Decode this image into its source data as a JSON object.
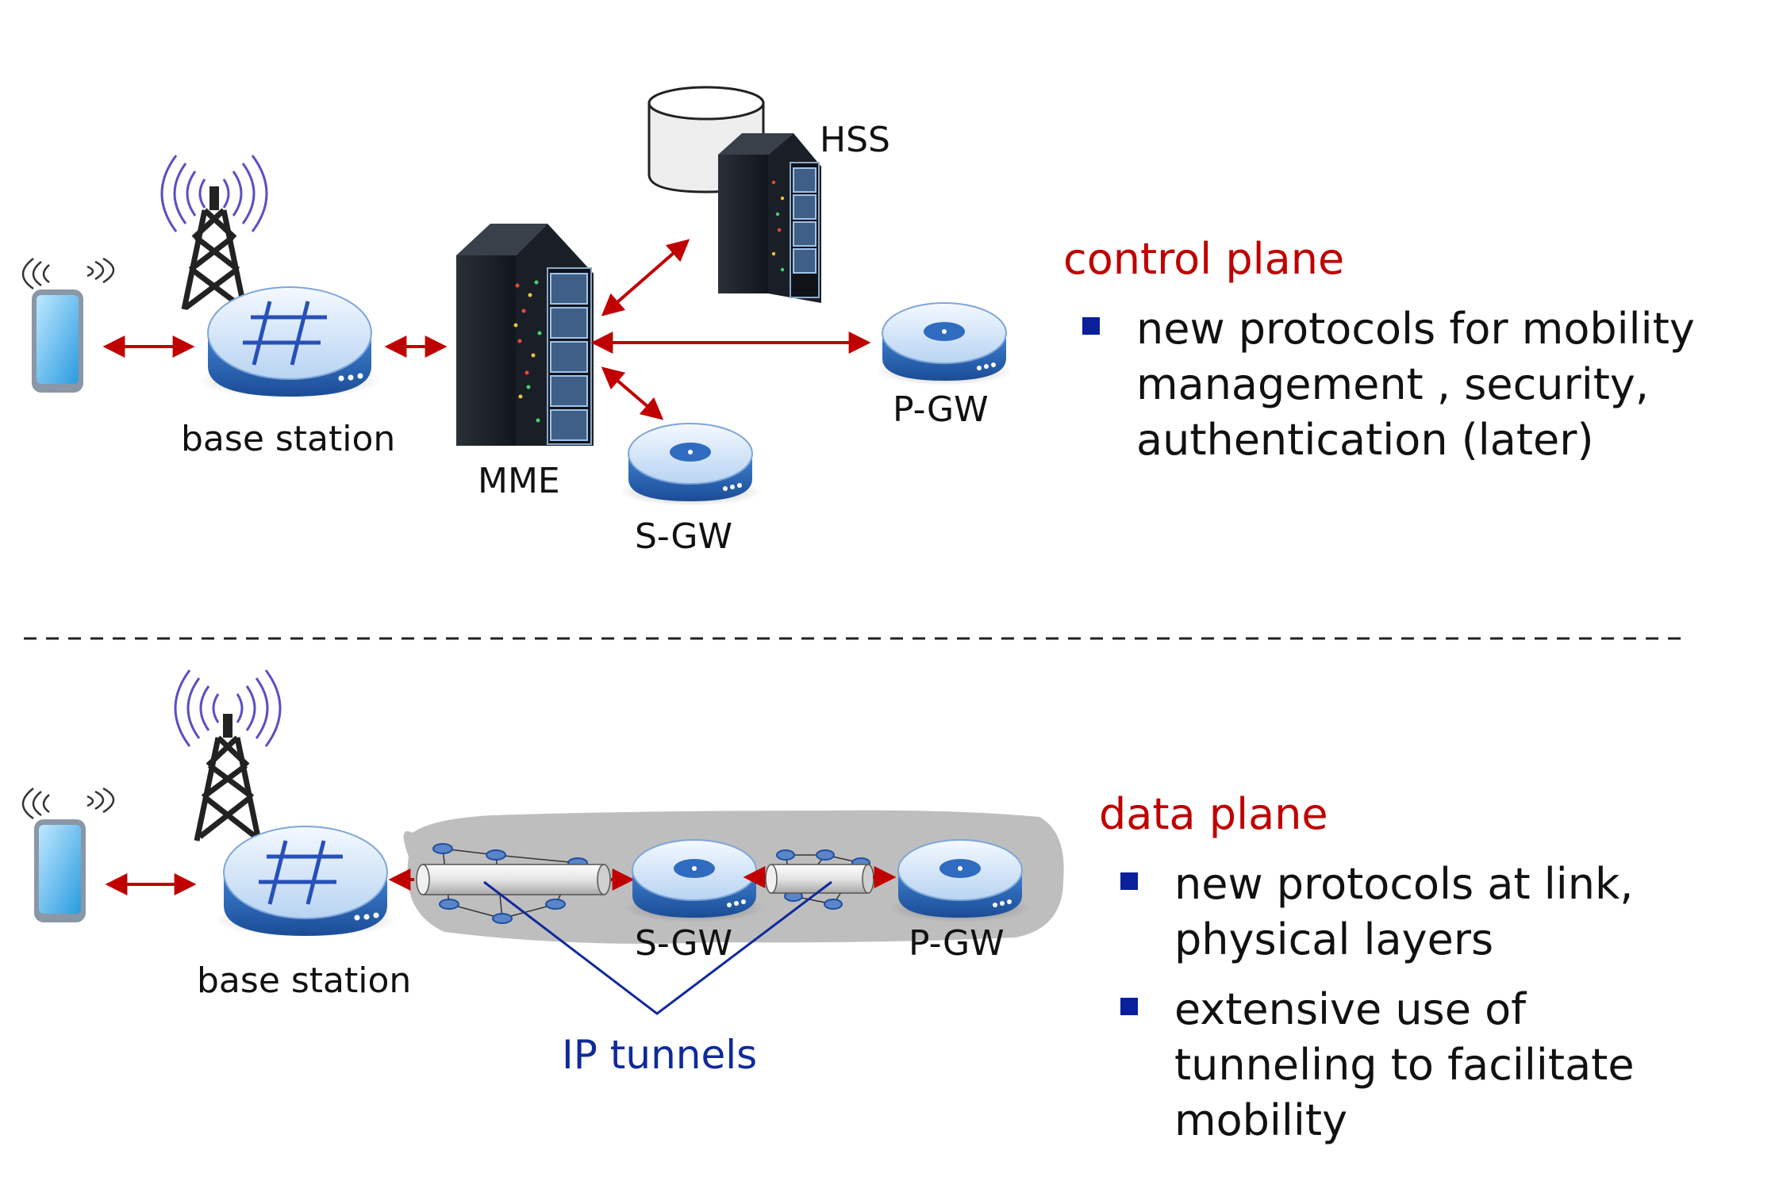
{
  "control": {
    "labels": {
      "base_station": "base station",
      "mme": "MME",
      "hss": "HSS",
      "sgw": "S-GW",
      "pgw": "P-GW"
    },
    "heading": "control plane",
    "bullets": [
      "new protocols for mobility management , security, authentication (later)"
    ]
  },
  "data": {
    "labels": {
      "base_station": "base station",
      "sgw": "S-GW",
      "pgw": "P-GW",
      "ip_tunnels": "IP tunnels"
    },
    "heading": "data plane",
    "bullets": [
      "new protocols at link, physical layers",
      "extensive use of tunneling to facilitate mobility"
    ]
  },
  "colors": {
    "heading": "#c00000",
    "arrow": "#c00000",
    "bullet": "#0a1f9c",
    "tunnel_label": "#0f2a9a",
    "device_blue": "#2f6cc0"
  }
}
